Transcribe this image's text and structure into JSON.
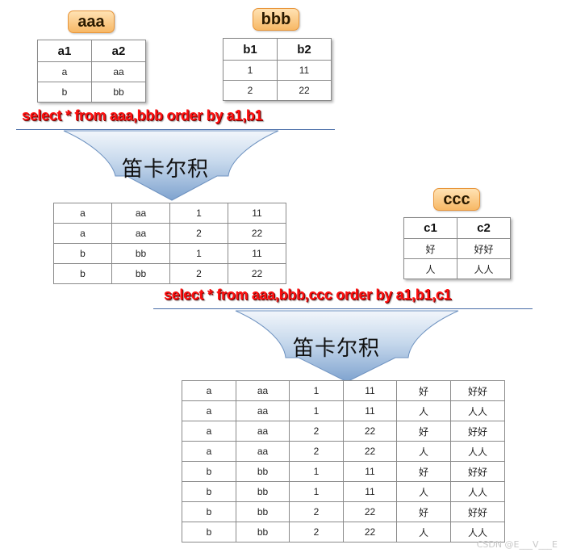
{
  "tables": {
    "aaa": {
      "name": "aaa",
      "headers": [
        "a1",
        "a2"
      ],
      "rows": [
        [
          "a",
          "aa"
        ],
        [
          "b",
          "bb"
        ]
      ]
    },
    "bbb": {
      "name": "bbb",
      "headers": [
        "b1",
        "b2"
      ],
      "rows": [
        [
          "1",
          "11"
        ],
        [
          "2",
          "22"
        ]
      ]
    },
    "ccc": {
      "name": "ccc",
      "headers": [
        "c1",
        "c2"
      ],
      "rows": [
        [
          "好",
          "好好"
        ],
        [
          "人",
          "人人"
        ]
      ]
    },
    "result1": {
      "rows": [
        [
          "a",
          "aa",
          "1",
          "11"
        ],
        [
          "a",
          "aa",
          "2",
          "22"
        ],
        [
          "b",
          "bb",
          "1",
          "11"
        ],
        [
          "b",
          "bb",
          "2",
          "22"
        ]
      ]
    },
    "result2": {
      "rows": [
        [
          "a",
          "aa",
          "1",
          "11",
          "好",
          "好好"
        ],
        [
          "a",
          "aa",
          "1",
          "11",
          "人",
          "人人"
        ],
        [
          "a",
          "aa",
          "2",
          "22",
          "好",
          "好好"
        ],
        [
          "a",
          "aa",
          "2",
          "22",
          "人",
          "人人"
        ],
        [
          "b",
          "bb",
          "1",
          "11",
          "好",
          "好好"
        ],
        [
          "b",
          "bb",
          "1",
          "11",
          "人",
          "人人"
        ],
        [
          "b",
          "bb",
          "2",
          "22",
          "好",
          "好好"
        ],
        [
          "b",
          "bb",
          "2",
          "22",
          "人",
          "人人"
        ]
      ]
    }
  },
  "queries": {
    "q1": "select * from aaa,bbb order by a1,b1",
    "q2": "select * from aaa,bbb,ccc order by a1,b1,c1"
  },
  "arrows": {
    "label1": "笛卡尔积",
    "label2": "笛卡尔积"
  },
  "watermark": "CSDN @E___V___E",
  "colors": {
    "sql_text": "#ff1010",
    "tag_fill": "#f7b865",
    "arrow_fill": "#b8cfe8",
    "rule": "#4a6ea8"
  }
}
